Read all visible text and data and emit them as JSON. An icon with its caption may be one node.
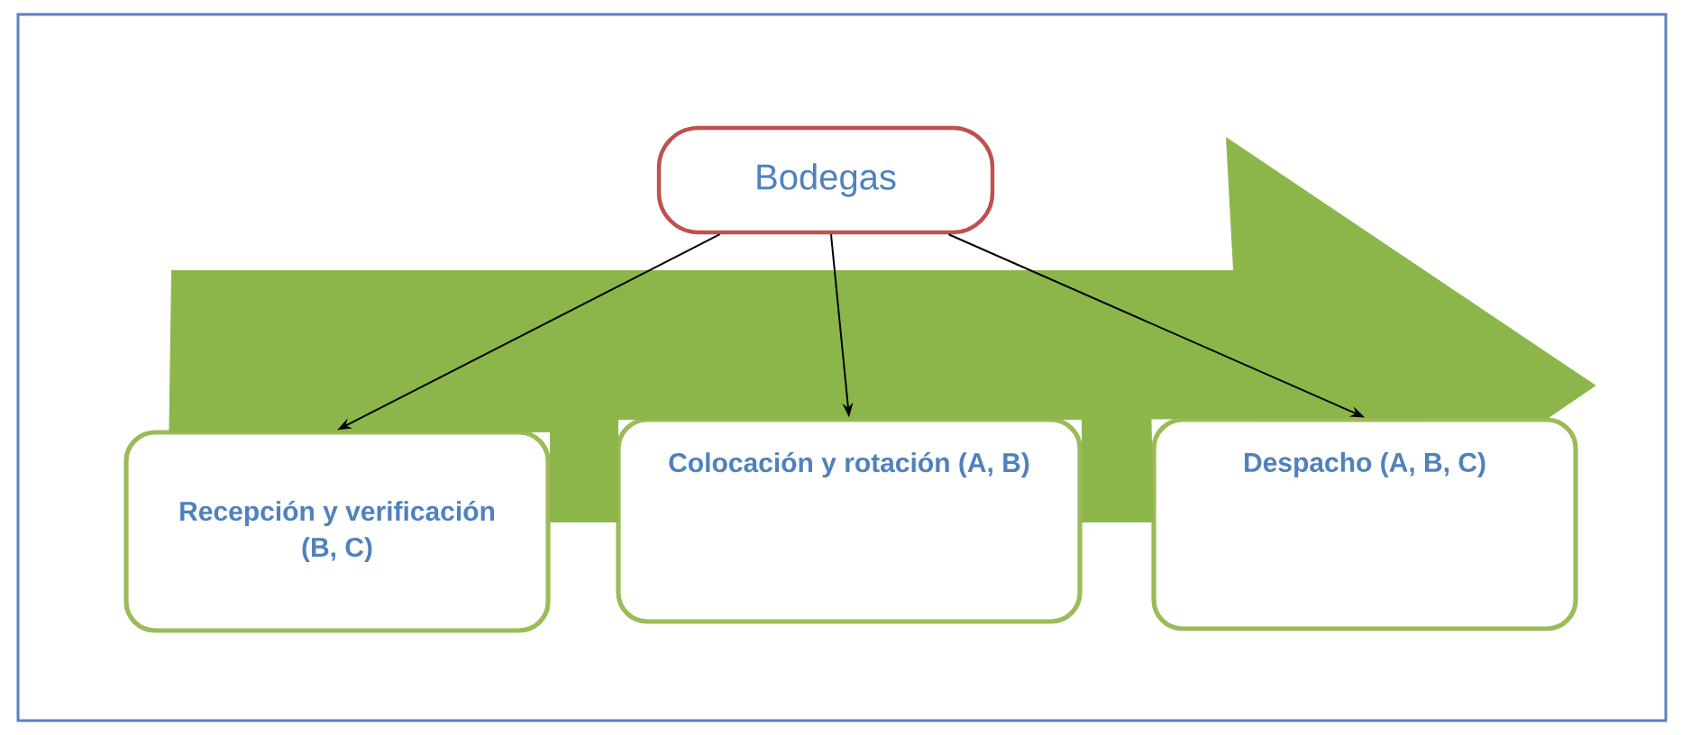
{
  "diagram": {
    "nodes": [
      {
        "text": [
          "Bodegas"
        ]
      },
      {
        "text": [
          "Recepción y verificación (B, C)"
        ]
      },
      {
        "text": [
          "Colocación y rotación (A, B)"
        ]
      },
      {
        "text": [
          "Despacho (A, B, C)"
        ]
      }
    ],
    "edges": [
      {
        "from": 1,
        "to": 3,
        "arrow": "to",
        "style": "thick",
        "color": "#8db64a"
      },
      {
        "from": 0,
        "to": 1,
        "arrow": "to"
      },
      {
        "from": 0,
        "to": 2,
        "arrow": "to"
      },
      {
        "from": 0,
        "to": 3,
        "arrow": "to"
      }
    ]
  }
}
